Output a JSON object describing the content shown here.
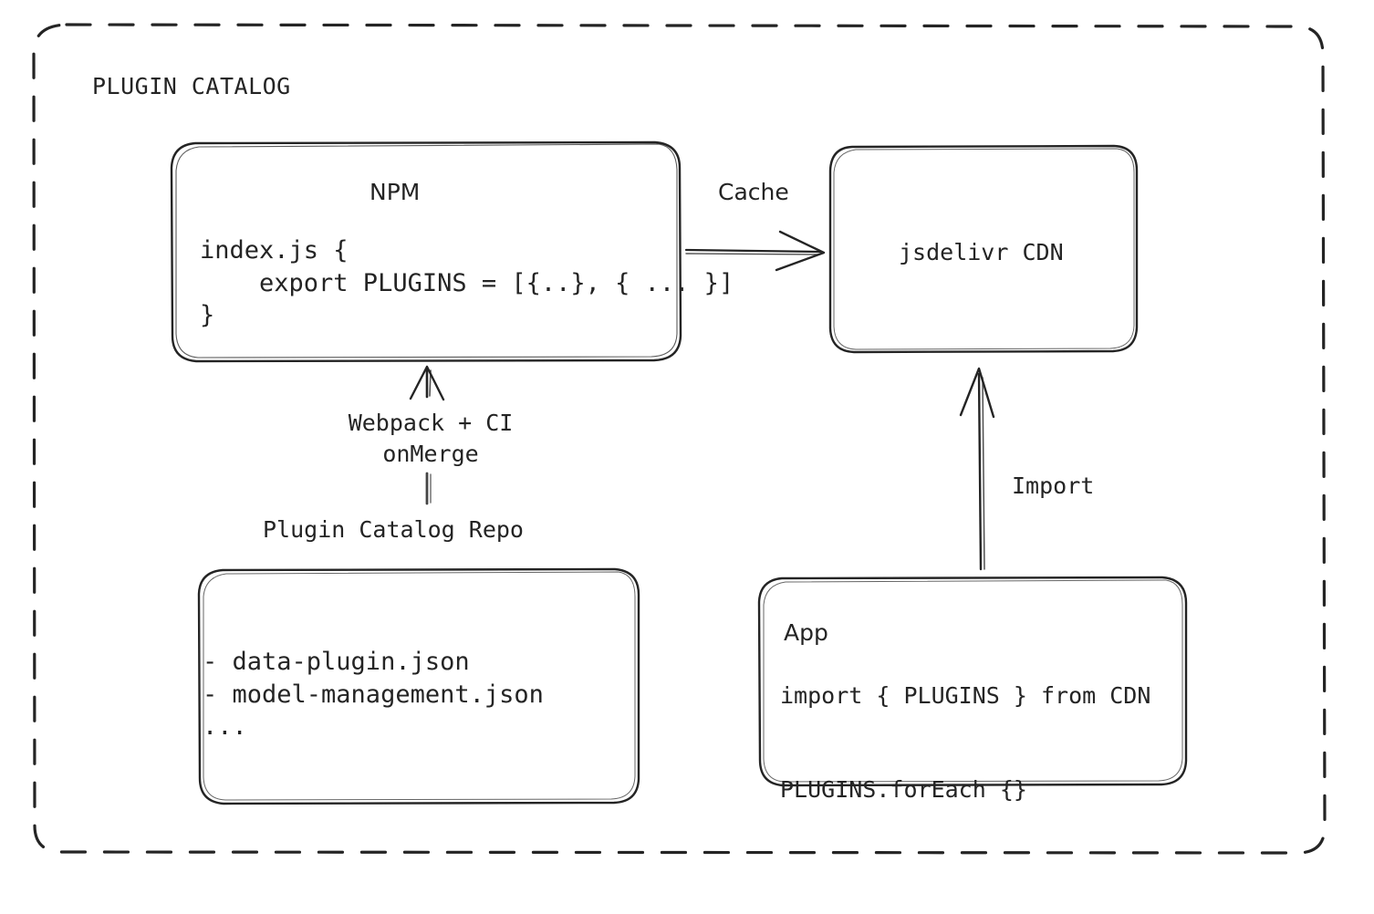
{
  "diagram": {
    "title": "PLUGIN CATALOG",
    "container": {
      "border_style": "dashed",
      "stroke_color": "#242424"
    },
    "stroke_color": "#242424",
    "background": "#ffffff",
    "text_color": "#242424"
  },
  "nodes": {
    "npm": {
      "title": "NPM",
      "code": "index.js {\n    export PLUGINS = [{..}, { ... }]\n}"
    },
    "cdn": {
      "label": "jsdelivr CDN"
    },
    "repo": {
      "caption": "Plugin Catalog Repo",
      "files": "- data-plugin.json\n- model-management.json\n..."
    },
    "app": {
      "title": "App",
      "code": "import { PLUGINS } from CDN\n\nPLUGINS.forEach {}"
    }
  },
  "edges": {
    "cache": {
      "label": "Cache",
      "from": "npm",
      "to": "cdn",
      "direction": "right"
    },
    "build": {
      "label": "Webpack + CI\nonMerge",
      "from": "repo",
      "to": "npm",
      "direction": "up"
    },
    "import": {
      "label": "Import",
      "from": "app",
      "to": "cdn",
      "direction": "up"
    }
  }
}
